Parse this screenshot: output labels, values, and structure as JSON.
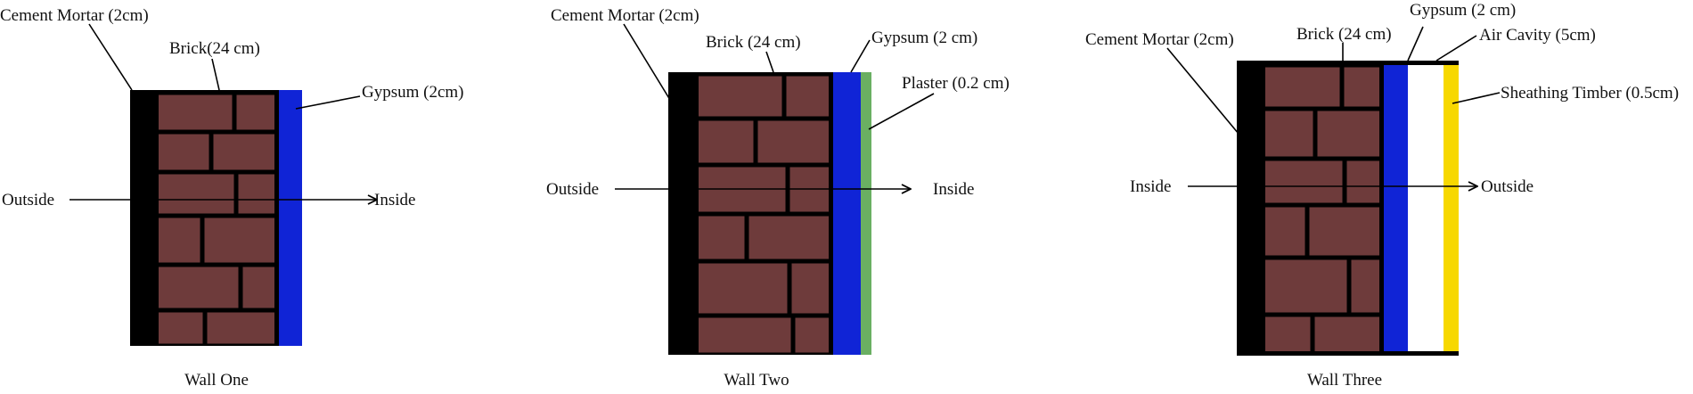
{
  "colors": {
    "brick": "#6e3b3b",
    "mortar_joint": "#000000",
    "cement_mortar": "#000000",
    "gypsum": "#1024d6",
    "plaster": "#6aaf62",
    "air_cavity": "#ffffff",
    "timber": "#f7d800",
    "line": "#000000"
  },
  "walls": [
    {
      "caption": "Wall One",
      "labels": {
        "cement_mortar": "Cement Mortar (2cm)",
        "brick": "Brick(24 cm)",
        "gypsum": "Gypsum (2cm)",
        "left_side": "Outside",
        "right_side": "Inside"
      }
    },
    {
      "caption": "Wall Two",
      "labels": {
        "cement_mortar": "Cement Mortar (2cm)",
        "brick": "Brick (24 cm)",
        "gypsum": "Gypsum (2 cm)",
        "plaster": "Plaster (0.2 cm)",
        "left_side": "Outside",
        "right_side": "Inside"
      }
    },
    {
      "caption": "Wall Three",
      "labels": {
        "cement_mortar": "Cement Mortar (2cm)",
        "brick": "Brick (24 cm)",
        "gypsum": "Gypsum (2 cm)",
        "air_cavity": "Air Cavity (5cm)",
        "timber": "Sheathing Timber (0.5cm)",
        "left_side": "Inside",
        "right_side": "Outside"
      }
    }
  ]
}
